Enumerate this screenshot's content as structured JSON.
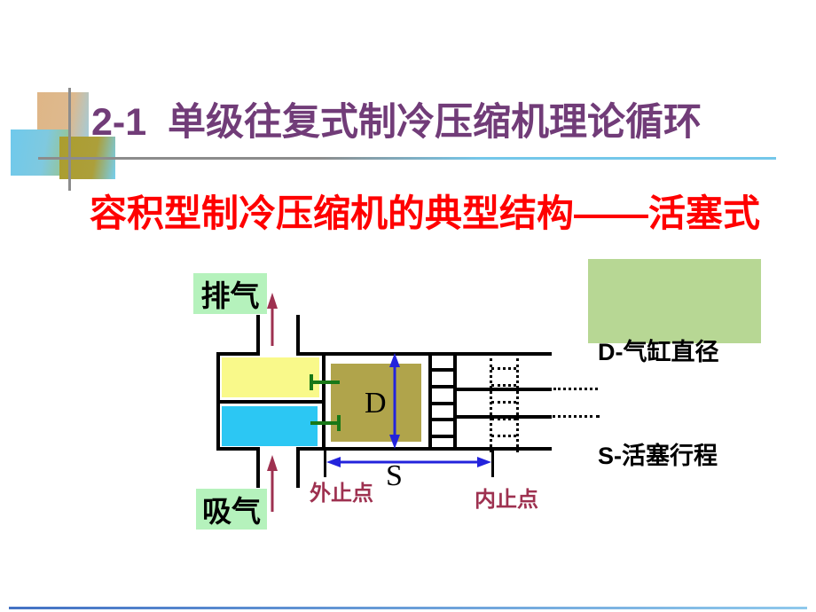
{
  "slide": {
    "title": "2-1  单级往复式制冷压缩机理论循环",
    "subtitle": "容积型制冷压缩机的典型结构——活塞式",
    "title_color": "#713C78",
    "subtitle_color": "#FF0000"
  },
  "legend": {
    "line1": "D-气缸直径",
    "line2": "S-活塞行程",
    "bg_color": "#B7D794"
  },
  "diagram": {
    "discharge_label": "排气",
    "suction_label": "吸气",
    "bore_dimension_label": "D",
    "stroke_dimension_label": "S",
    "outer_dead_center_label": "外止点",
    "inner_dead_center_label": "内止点",
    "colors": {
      "discharge_chamber": "#F9F98A",
      "suction_chamber": "#2CC7F3",
      "piston": "#B0A44B",
      "valve_green": "#187818",
      "flow_arrow_red": "#9E3150",
      "dimension_arrow_blue": "#2323DC",
      "gas_label_bg": "#B5F2BC"
    }
  }
}
